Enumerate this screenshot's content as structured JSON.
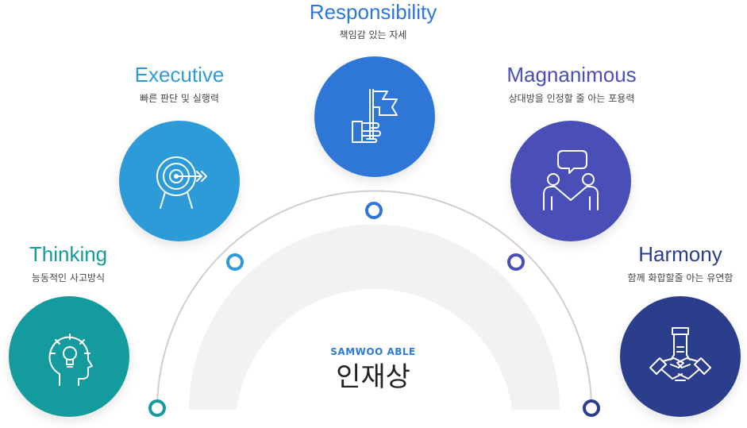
{
  "colors": {
    "thinking": "#149b9e",
    "executive": "#2e9bd9",
    "responsibility": "#2f77d6",
    "magnanimous": "#4a4fb8",
    "harmony": "#2b3e8c",
    "arc": "#cfcfcf",
    "band": "#f2f2f2"
  },
  "center": {
    "brand": "SAMWOO ABLE",
    "title": "인재상"
  },
  "items": [
    {
      "key": "thinking",
      "title": "Thinking",
      "subtitle": "능동적인 사고방식",
      "icon": "head-lightbulb-icon"
    },
    {
      "key": "executive",
      "title": "Executive",
      "subtitle": "빠른 판단 및 실행력",
      "icon": "target-arrow-icon"
    },
    {
      "key": "responsibility",
      "title": "Responsibility",
      "subtitle": "책임감 있는 자세",
      "icon": "hand-flag-icon"
    },
    {
      "key": "magnanimous",
      "title": "Magnanimous",
      "subtitle": "상대방을 인정할 줄 아는 포용력",
      "icon": "people-speech-icon"
    },
    {
      "key": "harmony",
      "title": "Harmony",
      "subtitle": "함께 화합할줄 아는 유연함",
      "icon": "stacked-hands-icon"
    }
  ]
}
